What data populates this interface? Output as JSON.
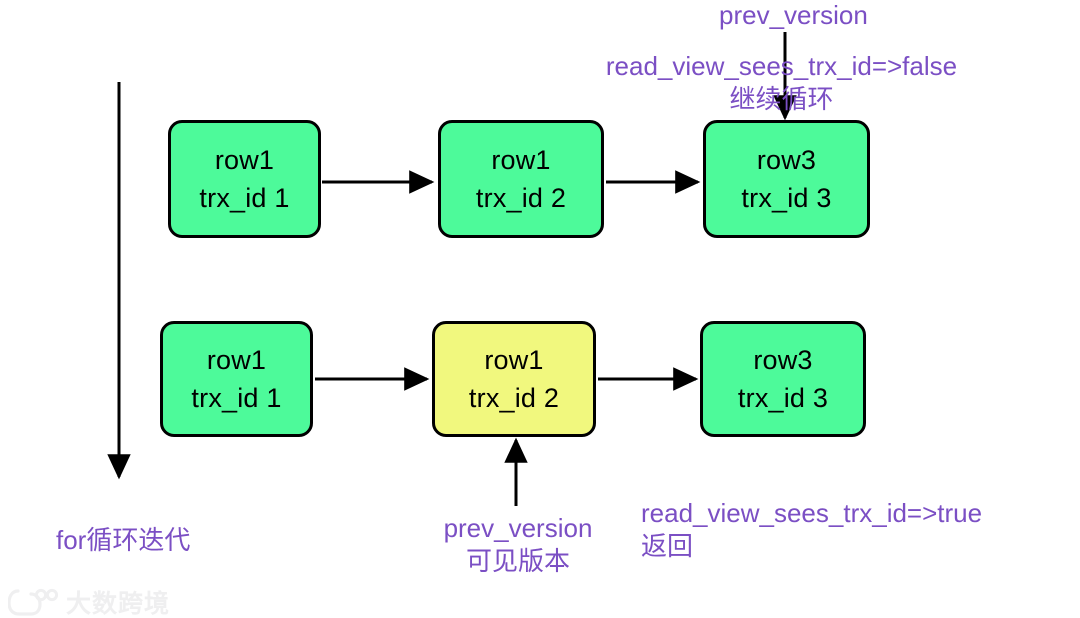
{
  "diagram": {
    "title": "MVCC undo log version chain traversal",
    "background_color": "#ffffff",
    "colors": {
      "node_green": "#4DFA9A",
      "node_yellow": "#F1F87E",
      "node_border": "#000000",
      "node_text": "#000000",
      "annotation_purple": "#7B4FC4",
      "arrow": "#000000",
      "watermark": "#E2E2E4"
    },
    "rows": [
      {
        "name": "row-top",
        "nodes": [
          {
            "id": "top-node-1",
            "fill": "green",
            "line1": "row1",
            "line2": "trx_id 1"
          },
          {
            "id": "top-node-2",
            "fill": "green",
            "line1": "row1",
            "line2": "trx_id 2"
          },
          {
            "id": "top-node-3",
            "fill": "green",
            "line1": "row3",
            "line2": "trx_id 3"
          }
        ]
      },
      {
        "name": "row-bottom",
        "nodes": [
          {
            "id": "bottom-node-1",
            "fill": "green",
            "line1": "row1",
            "line2": "trx_id 1"
          },
          {
            "id": "bottom-node-2",
            "fill": "yellow",
            "line1": "row1",
            "line2": "trx_id 2"
          },
          {
            "id": "bottom-node-3",
            "fill": "green",
            "line1": "row3",
            "line2": "trx_id 3"
          }
        ]
      }
    ],
    "annotations": {
      "prev_version_top": {
        "line1": "prev_version"
      },
      "read_view_false": {
        "line1": "read_view_sees_trx_id=>false",
        "line2": "继续循环"
      },
      "prev_version_bottom": {
        "line1": "prev_version",
        "line2": "可见版本"
      },
      "read_view_true": {
        "line1": "read_view_sees_trx_id=>true",
        "line2": "返回"
      },
      "for_loop": {
        "line1": "for循环迭代"
      }
    },
    "watermark": {
      "text": "大数跨境"
    }
  }
}
